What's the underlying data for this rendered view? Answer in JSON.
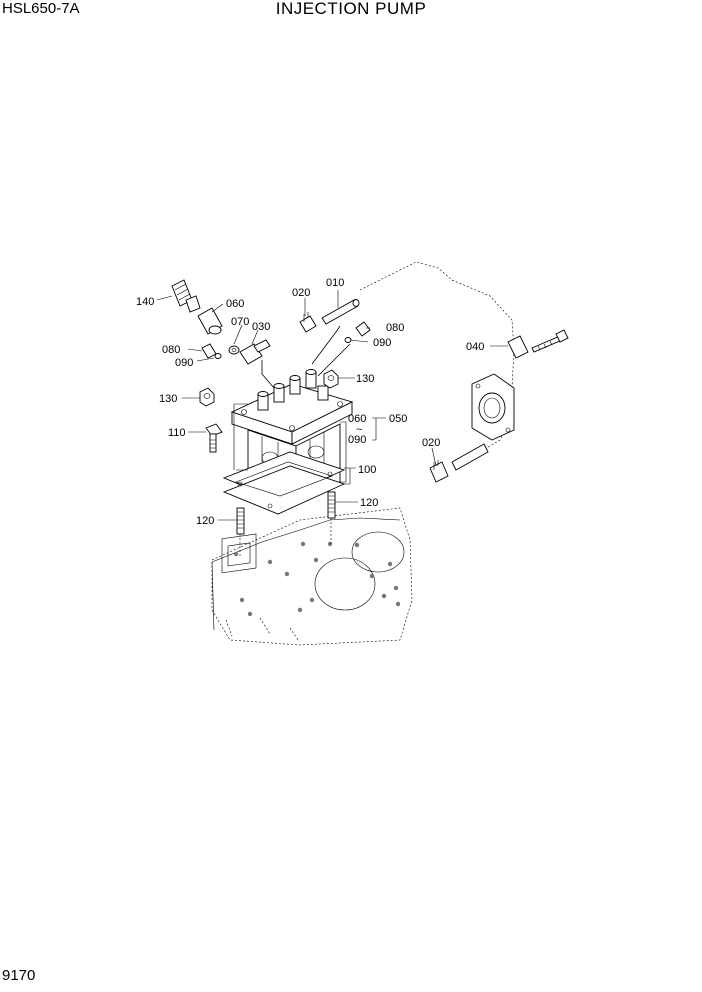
{
  "header": {
    "model": "HSL650-7A",
    "title": "INJECTION PUMP"
  },
  "footer": {
    "page_number": "9170"
  },
  "callouts": {
    "c010": "010",
    "c020a": "020",
    "c020b": "020",
    "c030": "030",
    "c040": "040",
    "c050": "050",
    "c060a": "060",
    "c060b": "060",
    "c070": "070",
    "c080a": "080",
    "c080b": "080",
    "c090a": "090",
    "c090b": "090",
    "c090c": "090",
    "c100": "100",
    "c110": "110",
    "c120a": "120",
    "c120b": "120",
    "c130a": "130",
    "c130b": "130",
    "c140": "140",
    "tilde": "~"
  }
}
